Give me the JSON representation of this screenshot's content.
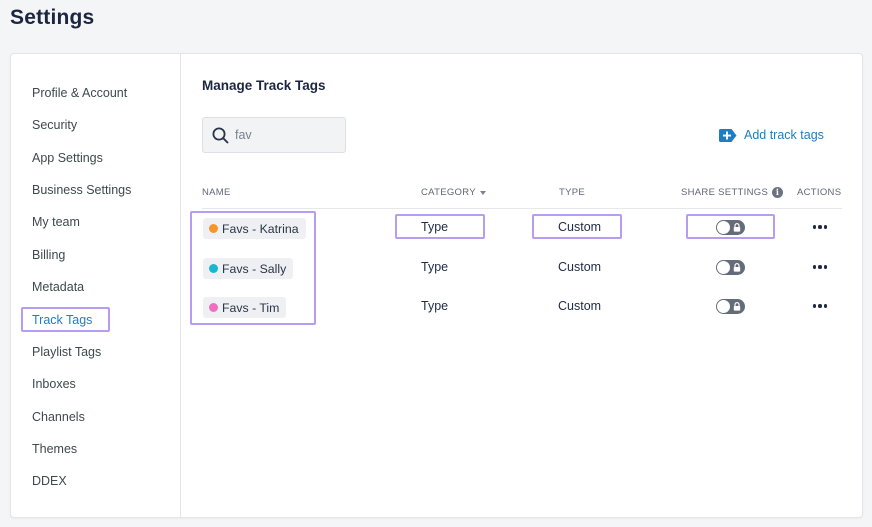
{
  "page": {
    "title": "Settings"
  },
  "sidebar": {
    "items": [
      {
        "label": "Profile & Account",
        "active": false
      },
      {
        "label": "Security",
        "active": false
      },
      {
        "label": "App Settings",
        "active": false
      },
      {
        "label": "Business Settings",
        "active": false
      },
      {
        "label": "My team",
        "active": false
      },
      {
        "label": "Billing",
        "active": false
      },
      {
        "label": "Metadata",
        "active": false
      },
      {
        "label": "Track Tags",
        "active": true
      },
      {
        "label": "Playlist Tags",
        "active": false
      },
      {
        "label": "Inboxes",
        "active": false
      },
      {
        "label": "Channels",
        "active": false
      },
      {
        "label": "Themes",
        "active": false
      },
      {
        "label": "DDEX",
        "active": false
      }
    ]
  },
  "main": {
    "title": "Manage Track Tags",
    "search": {
      "value": "fav",
      "placeholder": "Search",
      "icon": "search-icon"
    },
    "add_button": {
      "label": "Add track tags",
      "icon": "add-tag-icon"
    },
    "table": {
      "columns": {
        "name": "NAME",
        "category": "CATEGORY",
        "type": "TYPE",
        "share_settings": "SHARE SETTINGS",
        "actions": "ACTIONS"
      },
      "rows": [
        {
          "name": "Favs - Katrina",
          "dot_color": "#f7952b",
          "category": "Type",
          "type": "Custom",
          "share_locked": true
        },
        {
          "name": "Favs - Sally",
          "dot_color": "#19b6cf",
          "category": "Type",
          "type": "Custom",
          "share_locked": true
        },
        {
          "name": "Favs - Tim",
          "dot_color": "#f06ec0",
          "category": "Type",
          "type": "Custom",
          "share_locked": true
        }
      ]
    }
  },
  "colors": {
    "accent": "#1f7ec1",
    "highlight": "#b79cf2",
    "toggle": "#646c7a",
    "title": "#1c2640"
  }
}
